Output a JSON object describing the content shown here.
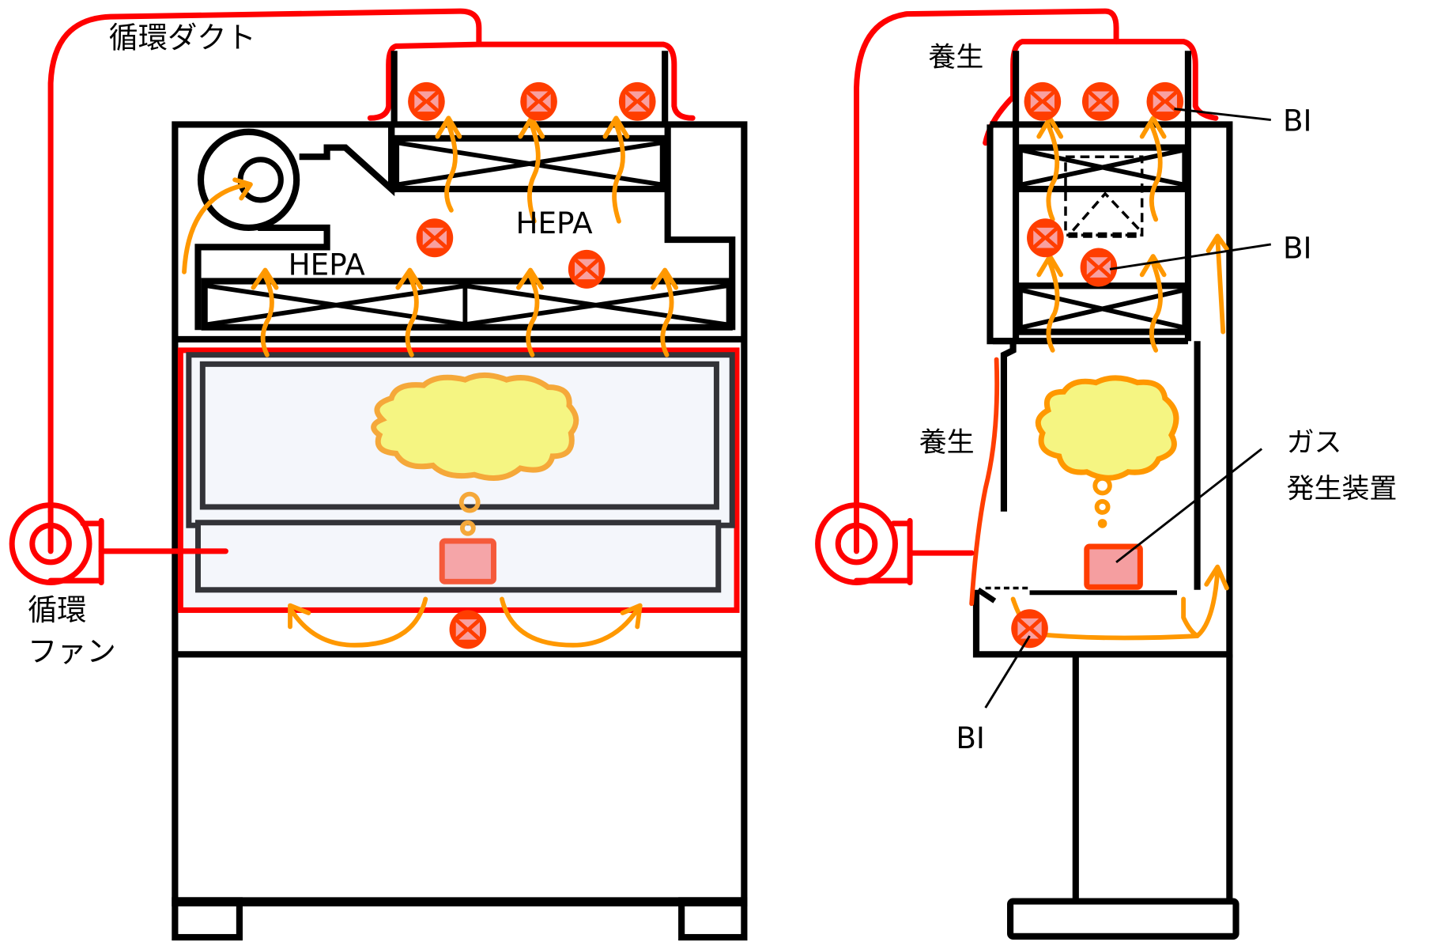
{
  "diagram": {
    "title": "Biosafety cabinet gas decontamination: BI placement and airflow",
    "front_view": {
      "labels": {
        "duct": "循環ダクト",
        "fan_line1": "循環",
        "fan_line2": "ファン",
        "hepa_upper": "HEPA",
        "hepa_lower": "HEPA"
      }
    },
    "side_view": {
      "labels": {
        "seal_top": "養生",
        "seal_front": "養生",
        "bi_top": "BI",
        "bi_middle": "BI",
        "bi_bottom": "BI",
        "gas_gen_line1": "ガス",
        "gas_gen_line2": "発生装置"
      }
    },
    "legend_semantics": {
      "bi_marker": "biological-indicator",
      "orange_arrows": "gas-airflow",
      "red_lines": "circulation-duct-and-sealing",
      "cloud": "decontamination-gas",
      "pink_box": "gas-generator"
    },
    "colors": {
      "duct": "#ff0000",
      "airflow": "#ff9800",
      "bi_fill": "#ff3d00",
      "bi_cross": "#f8a0a0",
      "gas_cloud_fill": "#f5f582",
      "gas_cloud_stroke": "#f5a83a",
      "generator_fill": "#f5a5a8",
      "generator_stroke": "#f55a3a",
      "work_zone": "#f4f6fb"
    }
  }
}
